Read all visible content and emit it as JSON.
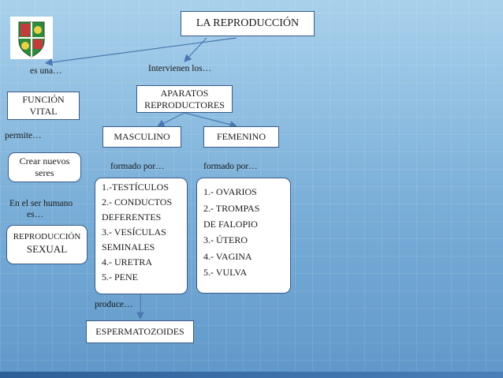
{
  "title": "LA REPRODUCCIÓN",
  "left": {
    "es_una": "es una…",
    "funcion_vital": [
      "FUNCIÓN",
      "VITAL"
    ],
    "permite": "permite…",
    "crear": [
      "Crear nuevos",
      "seres"
    ],
    "ser_humano": [
      "En el ser humano",
      "es…"
    ],
    "reproduccion": "REPRODUCCIÓN",
    "sexual": "SEXUAL"
  },
  "center": {
    "intervienen": "Intervienen los…",
    "aparatos": [
      "APARATOS",
      "REPRODUCTORES"
    ],
    "masculino": "MASCULINO",
    "femenino": "FEMENINO",
    "formado_m": "formado por…",
    "formado_f": "formado por…",
    "produce": "produce…",
    "espermatozoides": "ESPERMATOZOIDES"
  },
  "masculino_list": [
    "1.-TESTÍCULOS",
    "2.- CONDUCTOS",
    "DEFERENTES",
    "3.- VESÍCULAS",
    "SEMINALES",
    "4.- URETRA",
    "5.- PENE"
  ],
  "femenino_list": [
    "1.- OVARIOS",
    "2.-  TROMPAS",
    "DE FALOPIO",
    "3.- ÚTERO",
    "4.- VAGINA",
    "5.- VULVA"
  ],
  "colors": {
    "box_border": "#3a5c8a",
    "connector": "#4a78b0",
    "background": "#79aed8"
  },
  "icons": {
    "logo": "school-crest-icon"
  }
}
